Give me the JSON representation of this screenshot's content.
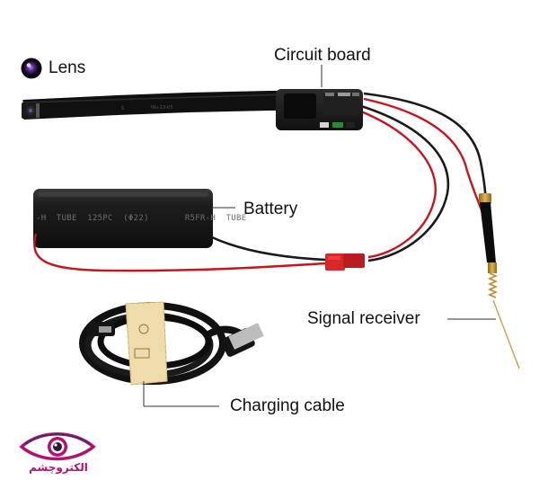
{
  "labels": {
    "lens": "Lens",
    "circuit_board": "Circuit board",
    "battery": "Battery",
    "signal_receiver": "Signal receiver",
    "charging_cable": "Charging cable"
  },
  "battery_print": "-H  TUBE  125PC  (Φ22)       R5FR-H  TUBE",
  "logo": {
    "text": "الکتروچشم",
    "icon": "eye-logo-icon",
    "color": "#b0126e"
  },
  "colors": {
    "wire_red": "#c8141e",
    "wire_black": "#1a1a1a",
    "connector_red": "#d8282a",
    "brass": "#c89632",
    "cable_tie": "#efdcaa"
  }
}
